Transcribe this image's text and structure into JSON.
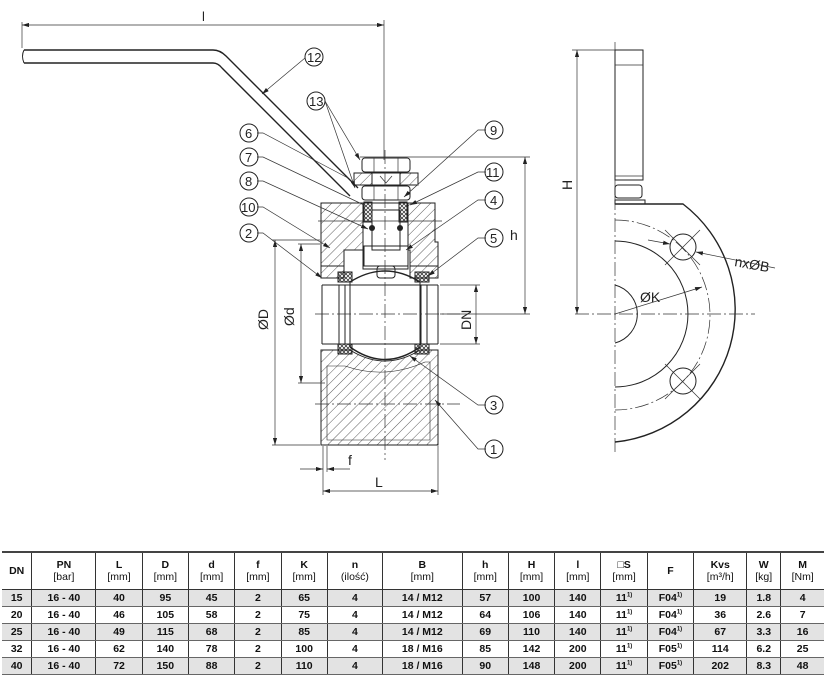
{
  "drawing": {
    "title": "Ball valve sectional drawing with flange view",
    "dimension_labels": {
      "handle_length": "l",
      "stem_height": "h",
      "total_height": "H",
      "flange_diameter": "ØD",
      "raised_face_diameter": "Ød",
      "nominal_diameter": "DN",
      "face_height": "f",
      "length": "L",
      "bolt_circle": "ØK",
      "bolt_holes": "nxØB"
    },
    "callouts": [
      "1",
      "2",
      "3",
      "4",
      "5",
      "6",
      "7",
      "8",
      "9",
      "10",
      "11",
      "12",
      "13"
    ]
  },
  "table": {
    "columns": [
      {
        "name": "DN",
        "unit": ""
      },
      {
        "name": "PN",
        "unit": "[bar]"
      },
      {
        "name": "L",
        "unit": "[mm]"
      },
      {
        "name": "D",
        "unit": "[mm]"
      },
      {
        "name": "d",
        "unit": "[mm]"
      },
      {
        "name": "f",
        "unit": "[mm]"
      },
      {
        "name": "K",
        "unit": "[mm]"
      },
      {
        "name": "n",
        "unit": "(ilość)"
      },
      {
        "name": "B",
        "unit": "[mm]"
      },
      {
        "name": "h",
        "unit": "[mm]"
      },
      {
        "name": "H",
        "unit": "[mm]"
      },
      {
        "name": "l",
        "unit": "[mm]"
      },
      {
        "name": "□S",
        "unit": "[mm]"
      },
      {
        "name": "F",
        "unit": ""
      },
      {
        "name": "Kvs",
        "unit": "[m³/h]"
      },
      {
        "name": "W",
        "unit": "[kg]"
      },
      {
        "name": "M",
        "unit": "[Nm]"
      }
    ],
    "footnote_mark": "1)",
    "rows": [
      [
        "15",
        "16 - 40",
        "40",
        "95",
        "45",
        "2",
        "65",
        "4",
        "14 / M12",
        "57",
        "100",
        "140",
        "11",
        "F04",
        "19",
        "1.8",
        "4"
      ],
      [
        "20",
        "16 - 40",
        "46",
        "105",
        "58",
        "2",
        "75",
        "4",
        "14 / M12",
        "64",
        "106",
        "140",
        "11",
        "F04",
        "36",
        "2.6",
        "7"
      ],
      [
        "25",
        "16 - 40",
        "49",
        "115",
        "68",
        "2",
        "85",
        "4",
        "14 / M12",
        "69",
        "110",
        "140",
        "11",
        "F04",
        "67",
        "3.3",
        "16"
      ],
      [
        "32",
        "16 - 40",
        "62",
        "140",
        "78",
        "2",
        "100",
        "4",
        "18 / M16",
        "85",
        "142",
        "200",
        "11",
        "F05",
        "114",
        "6.2",
        "25"
      ],
      [
        "40",
        "16 - 40",
        "72",
        "150",
        "88",
        "2",
        "110",
        "4",
        "18 / M16",
        "90",
        "148",
        "200",
        "11",
        "F05",
        "202",
        "8.3",
        "48"
      ]
    ]
  }
}
